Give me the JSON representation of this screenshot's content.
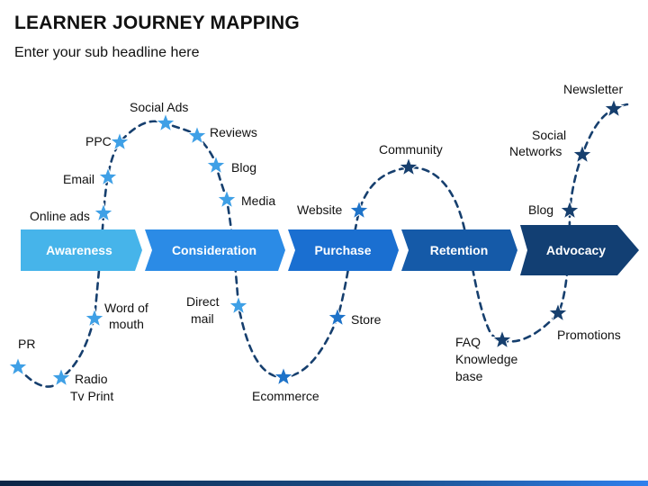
{
  "header": {
    "title": "LEARNER JOURNEY MAPPING",
    "subtitle": "Enter your sub headline here"
  },
  "stages": [
    {
      "label": "Awareness",
      "color": "#46b4ea"
    },
    {
      "label": "Consideration",
      "color": "#2b8be6"
    },
    {
      "label": "Purchase",
      "color": "#1a6fd1"
    },
    {
      "label": "Retention",
      "color": "#155aa8"
    },
    {
      "label": "Advocacy",
      "color": "#123f73"
    }
  ],
  "touchpoints": {
    "pr": "PR",
    "radio": [
      "Radio",
      "Tv Print"
    ],
    "word_of_mouth": [
      "Word of",
      "mouth"
    ],
    "online_ads": "Online ads",
    "email": "Email",
    "ppc": "PPC",
    "social_ads": "Social Ads",
    "reviews": "Reviews",
    "blog_consideration": "Blog",
    "media": "Media",
    "direct_mail": [
      "Direct",
      "mail"
    ],
    "ecommerce": "Ecommerce",
    "store": "Store",
    "website": "Website",
    "community": "Community",
    "faq": [
      "FAQ",
      "Knowledge",
      "base"
    ],
    "promotions": "Promotions",
    "blog_advocacy": "Blog",
    "social_networks": [
      "Social",
      "Networks"
    ],
    "newsletter": "Newsletter"
  },
  "icons": {
    "touchpoint": "star-icon"
  },
  "colors": {
    "star_light": "#3fa0e6",
    "star_mid": "#1e73c9",
    "star_dark": "#163f6e",
    "path": "#163f6e"
  }
}
